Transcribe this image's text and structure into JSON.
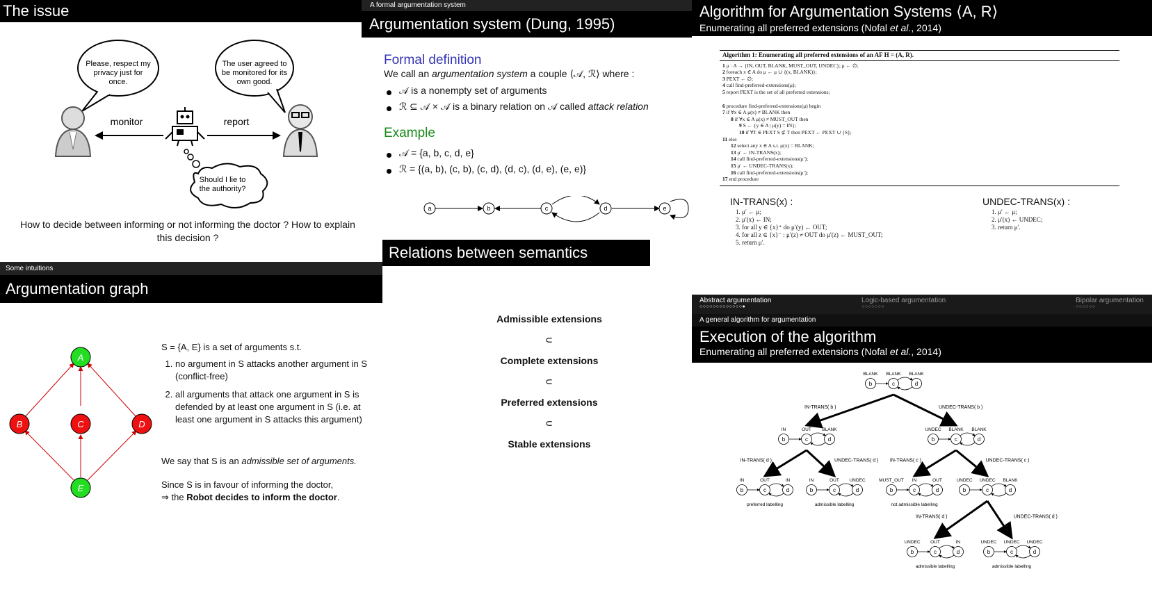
{
  "issue": {
    "title": "The issue",
    "bubble_left": [
      "Please, respect my",
      "privacy just for",
      "once."
    ],
    "bubble_right": [
      "The user agreed to",
      "be monitored for its",
      "own good."
    ],
    "thought": [
      "Should I lie to",
      "the authority?"
    ],
    "label_monitor": "monitor",
    "label_report": "report",
    "question": "How to decide between informing or not informing the doctor ? How to explain this decision ?"
  },
  "arg_system": {
    "section": "A formal argumentation system",
    "title": "Argumentation system (Dung, 1995)",
    "def_heading": "Formal definition",
    "def_line_prefix": "We call an",
    "def_line_em": "argumentation system",
    "def_line_rest": "a couple ⟨𝒜, ℛ⟩ where :",
    "bullet1": "𝒜 is a nonempty set of arguments",
    "bullet2_prefix": "ℛ ⊆ 𝒜 × 𝒜 is a binary relation on 𝒜 called",
    "bullet2_em": "attack relation",
    "example_heading": "Example",
    "ex1": "𝒜 = {a, b, c, d, e}",
    "ex2": "ℛ = {(a, b), (c, b), (c, d), (d, c), (d, e), (e, e)}",
    "nodes": [
      "a",
      "b",
      "c",
      "d",
      "e"
    ],
    "colors": {
      "blue": "#3333b3",
      "green": "#1a8a1a"
    }
  },
  "algorithm": {
    "title": "Algorithm for Argumentation Systems ⟨A, R⟩",
    "subtitle_prefix": "Enumerating all preferred extensions (Nofal",
    "subtitle_em": "et al.",
    "subtitle_rest": ", 2014)",
    "caption": "Algorithm 1: Enumerating all preferred extensions of an AF H = (A, R).",
    "lines": [
      "μ : A → {IN, OUT, BLANK, MUST_OUT, UNDEC}; μ ← ∅;",
      "foreach x ∈ A do μ ← μ ∪ {(x, BLANK)};",
      "PEXT ← ∅;",
      "call find-preferred-extensions(μ);",
      "report PEXT is the set of all preferred extensions;",
      "procedure find-preferred-extensions(μ) begin",
      "if ∀x ∈ A μ(x) ≠ BLANK then",
      "if ∀x ∈ A μ(x) ≠ MUST_OUT then",
      "S ← {y ∈ A | μ(y) = IN};",
      "if ∀T ∈ PEXT S ⊄ T then PEXT ← PEXT ∪ {S};",
      "else",
      "select any x ∈ A s.t. μ(x) = BLANK;",
      "μ′ ← IN-TRANS(x);",
      "call find-preferred-extensions(μ′);",
      "μ′ ← UNDEC-TRANS(x);",
      "call find-preferred-extensions(μ′);",
      "end procedure"
    ],
    "in_trans_title": "IN-TRANS(x) :",
    "in_trans": [
      "μ′ ← μ;",
      "μ′(x) ← IN;",
      "for all y ∈ {x}⁺ do μ′(y) ← OUT;",
      "for all z ∈ {x}⁻ : μ′(z) ≠ OUT do μ′(z) ← MUST_OUT;",
      "return μ′."
    ],
    "undec_title": "UNDEC-TRANS(x) :",
    "undec": [
      "μ′ ← μ;",
      "μ′(x) ← UNDEC;",
      "return μ′."
    ]
  },
  "arg_graph": {
    "section": "Some intuitions",
    "title": "Argumentation graph",
    "nodes": [
      "A",
      "B",
      "C",
      "D",
      "E"
    ],
    "p1": "S = {A, E} is a set of arguments s.t.",
    "item1": "no argument in S attacks another argument in S (conflict-free)",
    "item2": "all arguments that attack one argument in S is defended by at least one argument in S (i.e. at least one argument in S attacks this argument)",
    "p2_prefix": "We say that S is an",
    "p2_em": "admissible set of arguments.",
    "p3_line1": "Since S is in favour of informing the doctor,",
    "p3_prefix": "⇒ the",
    "p3_bold": "Robot decides to inform the doctor",
    "p3_end": ".",
    "colors": {
      "green": "#22dd22",
      "red": "#ee1111"
    }
  },
  "relations": {
    "title": "Relations between semantics",
    "items": [
      "Admissible extensions",
      "Complete extensions",
      "Preferred extensions",
      "Stable extensions"
    ],
    "sep": "∪"
  },
  "execution": {
    "nav": [
      {
        "label": "Abstract argumentation",
        "dots": "○○○○○○○○○○○○○●"
      },
      {
        "label": "Logic-based argumentation",
        "dots": "○○○○○○○"
      },
      {
        "label": "Bipolar argumentation",
        "dots": "○○○○○○"
      }
    ],
    "section": "A general algorithm for argumentation",
    "title": "Execution of the algorithm",
    "subtitle_prefix": "Enumerating all preferred extensions (Nofal",
    "subtitle_em": "et al.",
    "subtitle_rest": ", 2014)",
    "node_letters": [
      "b",
      "c",
      "d"
    ],
    "tree": [
      {
        "labels": [
          "BLANK",
          "BLANK",
          "BLANK"
        ],
        "caption": ""
      },
      {
        "labels": [
          "IN",
          "OUT",
          "BLANK"
        ],
        "caption": ""
      },
      {
        "labels": [
          "UNDEC",
          "BLANK",
          "BLANK"
        ],
        "caption": ""
      },
      {
        "labels": [
          "IN",
          "OUT",
          "IN"
        ],
        "caption": "preferred labelling"
      },
      {
        "labels": [
          "IN",
          "OUT",
          "UNDEC"
        ],
        "caption": "admissible labelling"
      },
      {
        "labels": [
          "MUST_OUT",
          "IN",
          "OUT"
        ],
        "caption": "not admissible labelling"
      },
      {
        "labels": [
          "UNDEC",
          "UNDEC",
          "BLANK"
        ],
        "caption": ""
      },
      {
        "labels": [
          "UNDEC",
          "OUT",
          "IN"
        ],
        "caption": "admissible labelling"
      },
      {
        "labels": [
          "UNDEC",
          "UNDEC",
          "UNDEC"
        ],
        "caption": "admissible labelling"
      }
    ],
    "edge_labels": [
      "IN-TRANS( b )",
      "UNDEC-TRANS( b )",
      "IN-TRANS( d )",
      "UNDEC-TRANS( d )",
      "IN-TRANS( c )",
      "UNDEC-TRANS( c )",
      "IN-TRANS( d )",
      "UNDEC-TRANS( d )"
    ]
  }
}
